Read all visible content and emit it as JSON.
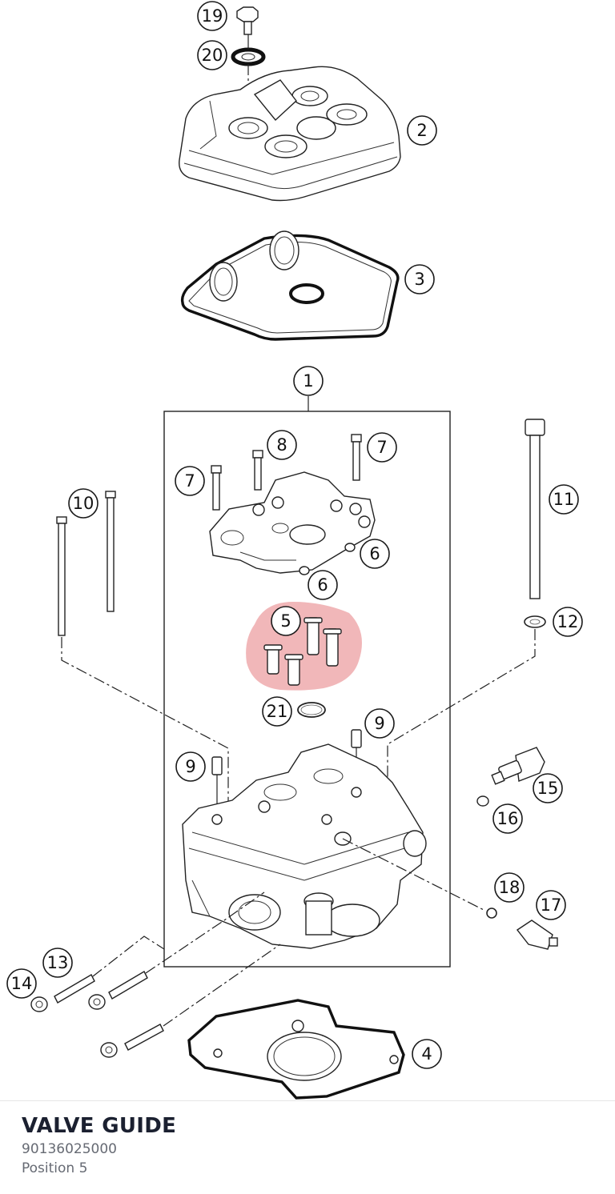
{
  "diagram": {
    "callouts": [
      {
        "label": "19"
      },
      {
        "label": "20"
      },
      {
        "label": "2"
      },
      {
        "label": "3"
      },
      {
        "label": "1"
      },
      {
        "label": "8"
      },
      {
        "label": "7"
      },
      {
        "label": "7"
      },
      {
        "label": "10"
      },
      {
        "label": "11"
      },
      {
        "label": "6"
      },
      {
        "label": "6"
      },
      {
        "label": "5"
      },
      {
        "label": "12"
      },
      {
        "label": "21"
      },
      {
        "label": "9"
      },
      {
        "label": "9"
      },
      {
        "label": "15"
      },
      {
        "label": "16"
      },
      {
        "label": "18"
      },
      {
        "label": "17"
      },
      {
        "label": "13"
      },
      {
        "label": "14"
      },
      {
        "label": "4"
      }
    ],
    "highlight_color": "#e8878a",
    "highlighted_position": "5"
  },
  "part": {
    "title": "VALVE GUIDE",
    "number": "90136025000",
    "position": "Position 5"
  },
  "colors": {
    "title": "#1b2030",
    "subtext": "#666a73",
    "line": "#222222"
  }
}
